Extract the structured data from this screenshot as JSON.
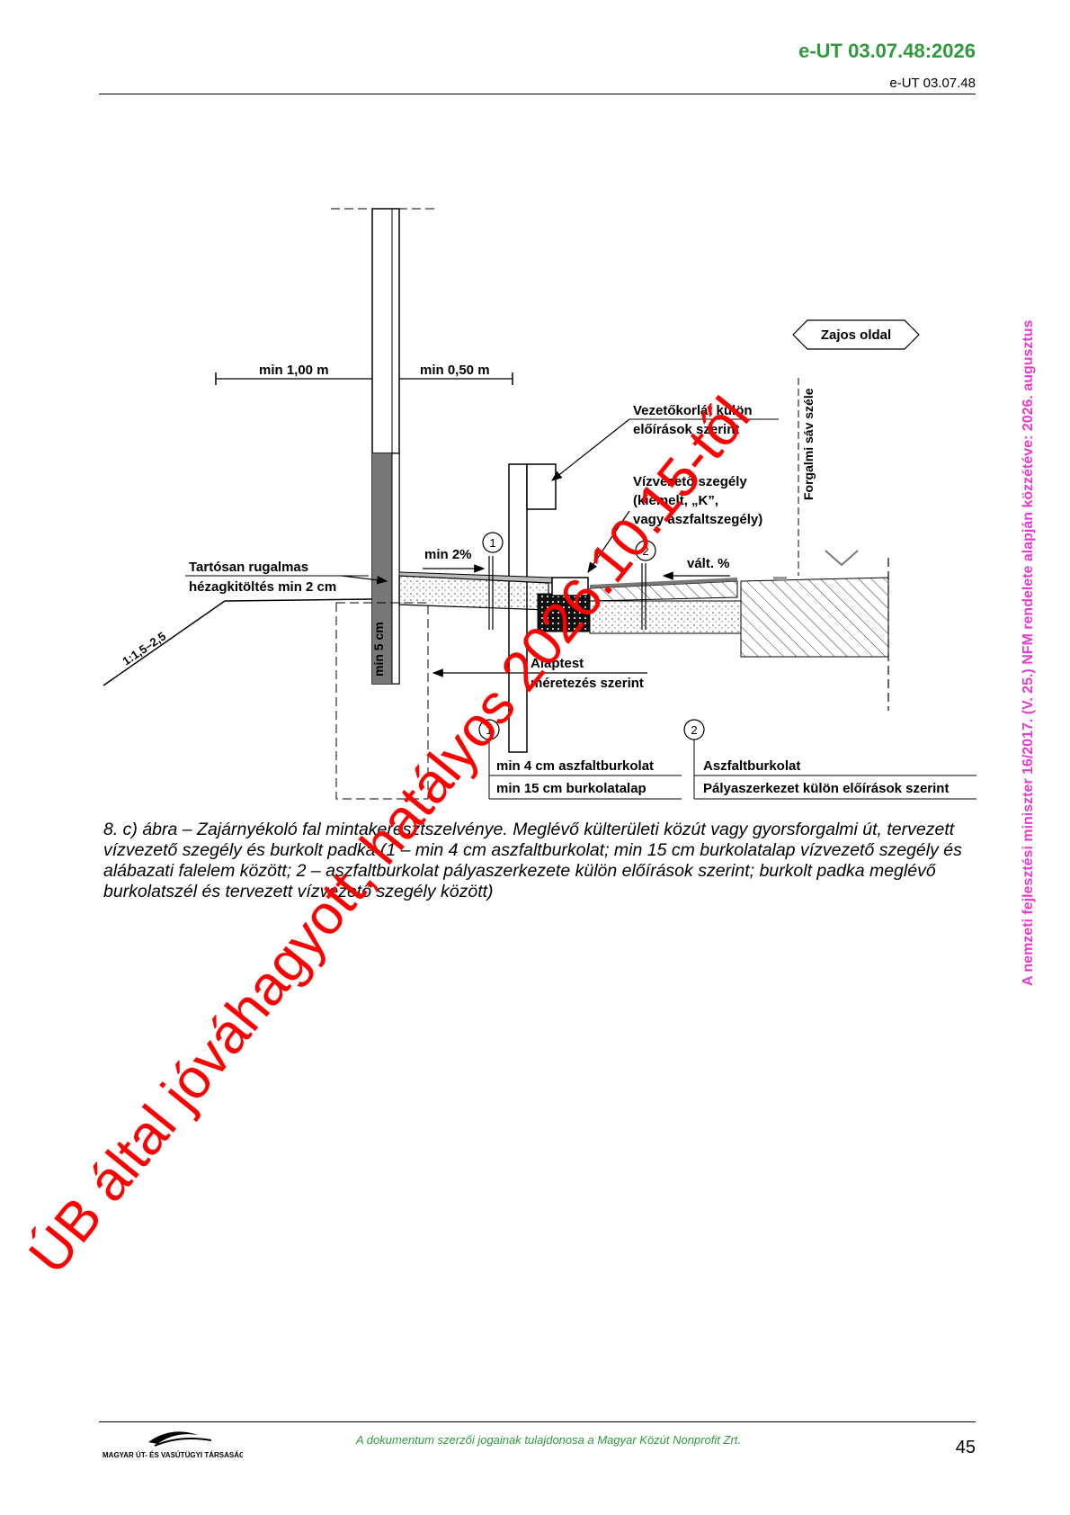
{
  "header": {
    "doc_code": "e-UT 03.07.48:2026",
    "doc_code_small": "e-UT 03.07.48"
  },
  "figure": {
    "labels": {
      "min_100": "min 1,00 m",
      "min_050": "min 0,50 m",
      "zajos_oldal": "Zajos oldal",
      "forgalmi_sav": "Forgalmi sáv széle",
      "vezetokorlat_1": "Vezetőkorlát külön",
      "vezetokorlat_2": "előírások szerint",
      "vizvezeto_1": "Vízvezető szegély",
      "vizvezeto_2": "(kiemelt, „K”,",
      "vizvezeto_3": "vagy aszfaltszegély)",
      "min_2pct": "min 2%",
      "valt_pct": "vált. %",
      "tartosan_1": "Tartósan rugalmas",
      "tartosan_2": "hézagkitöltés min 2 cm",
      "slope": "1:1,5–2,5",
      "min_5cm": "min 5 cm",
      "alaptest_1": "Alaptest",
      "alaptest_2": "méretezés szerint",
      "marker_1": "1",
      "marker_2": "2",
      "legend1_line1": "min 4 cm aszfaltburkolat",
      "legend1_line2": "min 15 cm burkolatalap",
      "legend2_line1": "Aszfaltburkolat",
      "legend2_line2": "Pályaszerkezet külön előírások szerint"
    }
  },
  "caption": "8. c) ábra – Zajárnyékoló fal mintakeresztszelvénye. Meglévő külterületi közút vagy gyorsforgalmi út, tervezett vízvezető szegély és burkolt padka (1 – min 4 cm aszfaltburkolat; min 15 cm burkolatalap vízvezető szegély és alábazati falelem között; 2 – aszfaltburkolat pályaszerkezete külön előírások szerint; burkolt padka meglévő burkolatszél és tervezett vízvezető szegély között)",
  "side_note": "A nemzeti fejlesztési miniszter 16/2017. (V. 25.) NFM rendelete alapján közzétéve: 2026. augusztus",
  "stamp": "ÚB által jóváhagyott, hatályos 2026.10.15-től",
  "footer": {
    "logo_text": "MAGYAR ÚT- ÉS VASÚTÜGYI TÁRSASÁG",
    "copyright": "A dokumentum szerzői jogainak tulajdonosa a Magyar Közút Nonprofit Zrt.",
    "page_number": "45"
  },
  "colors": {
    "header_green": "#2e9a3c",
    "side_note_magenta": "#e63ad4",
    "stamp_red": "#ff0000"
  }
}
